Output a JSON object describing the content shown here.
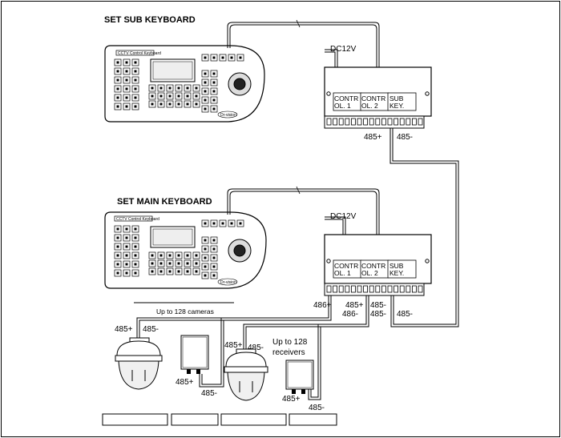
{
  "sub": {
    "title": "SET SUB KEYBOARD",
    "dc": "DC12V",
    "port1": [
      "CONTR",
      "OL. 1"
    ],
    "port2": [
      "CONTR",
      "OL. 2"
    ],
    "port3": [
      "SUB",
      "KEY."
    ],
    "pin_plus": "485+",
    "pin_minus": "485-",
    "kb_label": "CCTV Control Keyboard",
    "kb_brand": "Dr-vision"
  },
  "main": {
    "title": "SET MAIN KEYBOARD",
    "dc": "DC12V",
    "port1": [
      "CONTR",
      "OL. 1"
    ],
    "port2": [
      "CONTR",
      "OL. 2"
    ],
    "port3": [
      "SUB",
      "KEY."
    ],
    "pin_486": "486+",
    "pin_485p_a": "485+",
    "pin_485m_a": "485-",
    "pin_485m_b": "485-",
    "pin_486m": "486-",
    "pin_485m_c": "485-",
    "kb_label": "CCTV Control Keyboard",
    "kb_brand": "Dr-vision"
  },
  "bottom": {
    "cameras_label": "Up to 128 cameras",
    "receivers_label_1": "Up to 128",
    "receivers_label_2": "receivers",
    "dome1_plus": "485+",
    "dome1_minus": "485-",
    "rx1_plus": "485+",
    "rx1_minus": "485-",
    "dome2_plus": "485+",
    "dome2_minus": "485-",
    "rx2_plus": "485+",
    "rx2_minus": "485-"
  },
  "colors": {
    "line": "#000000",
    "paper": "#ffffff",
    "panel": "#f4f4f4"
  }
}
